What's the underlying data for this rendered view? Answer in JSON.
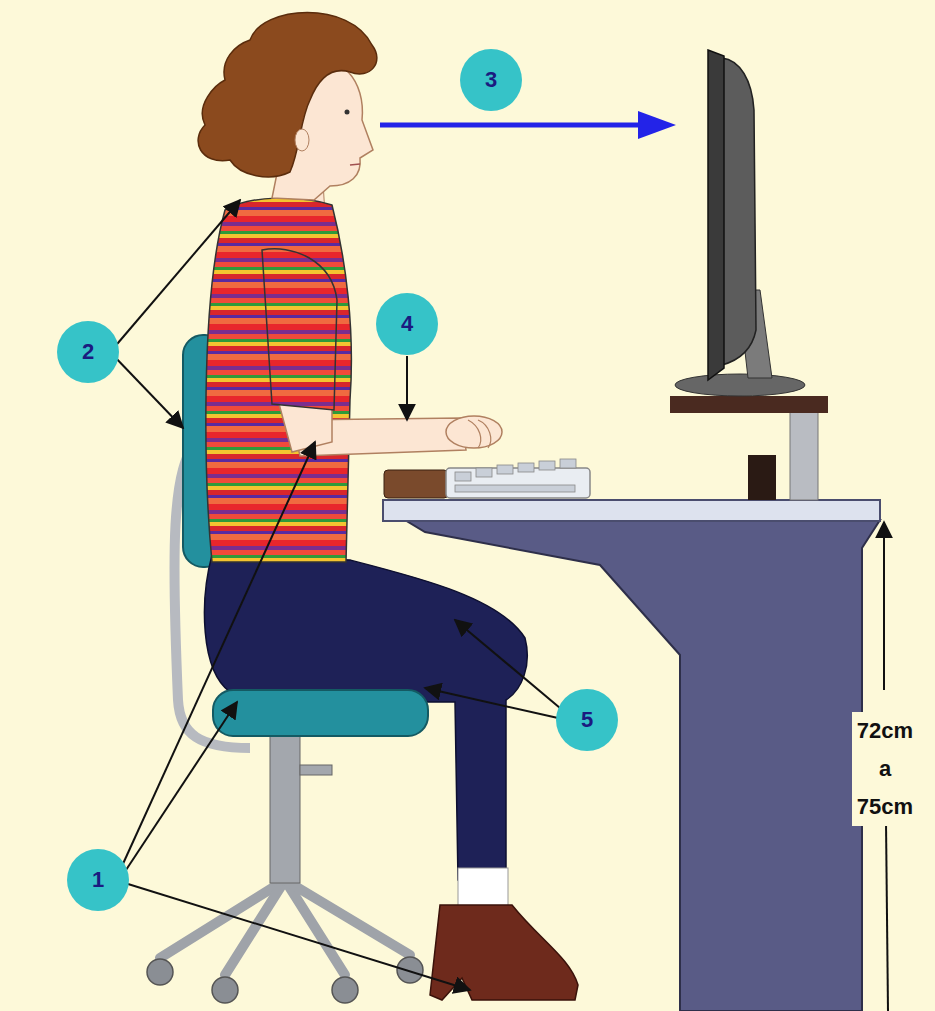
{
  "diagram": {
    "nodes": [
      {
        "text": [
          "1"
        ]
      },
      {
        "text": [
          "2"
        ]
      },
      {
        "text": [
          "3"
        ]
      },
      {
        "text": [
          "4"
        ]
      },
      {
        "text": [
          "5"
        ]
      }
    ],
    "labels": [
      "72cm a 75cm"
    ]
  }
}
